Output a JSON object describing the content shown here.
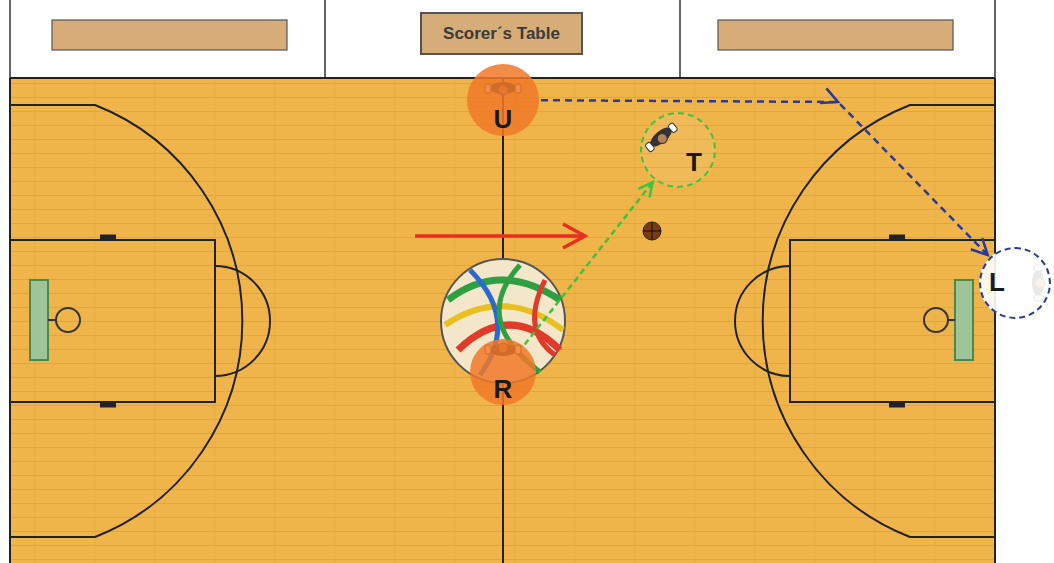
{
  "diagram": {
    "nodes": [
      {
        "text": [
          "Scorer´s Table"
        ]
      },
      {
        "text": [
          "U"
        ]
      },
      {
        "text": [
          "T"
        ]
      },
      {
        "text": [
          "L"
        ]
      },
      {
        "text": [
          "R"
        ]
      }
    ],
    "edges": [
      {
        "from": 1,
        "to": 3,
        "arrow": "to"
      },
      {
        "from": 4,
        "to": 2,
        "arrow": "to"
      }
    ]
  }
}
